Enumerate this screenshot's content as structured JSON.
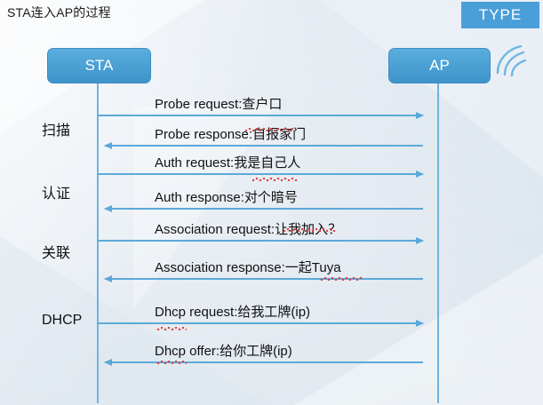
{
  "title": "STA连入AP的过程",
  "badge": {
    "label": "TYPE"
  },
  "nodes": {
    "sta": "STA",
    "ap": "AP"
  },
  "phases": [
    {
      "label": "扫描"
    },
    {
      "label": "认证"
    },
    {
      "label": "关联"
    },
    {
      "label": "DHCP"
    }
  ],
  "messages": [
    {
      "label": "Probe request:查户口",
      "direction": "right"
    },
    {
      "label": "Probe response:自报家门",
      "direction": "left"
    },
    {
      "label": "Auth request:我是自己人",
      "direction": "right"
    },
    {
      "label": "Auth response:对个暗号",
      "direction": "left"
    },
    {
      "label": "Association request:让我加入？",
      "direction": "right"
    },
    {
      "label": "Association response:一起Tuya",
      "direction": "left"
    },
    {
      "label": "Dhcp request:给我工牌(ip)",
      "direction": "right"
    },
    {
      "label": "Dhcp offer:给你工牌(ip)",
      "direction": "left"
    }
  ],
  "colors": {
    "accent": "#4a9fd8",
    "arrow": "#5ba9d8",
    "badge": "#4a9fd8",
    "text": "#111111",
    "spellcheck": "#e03c3c"
  }
}
